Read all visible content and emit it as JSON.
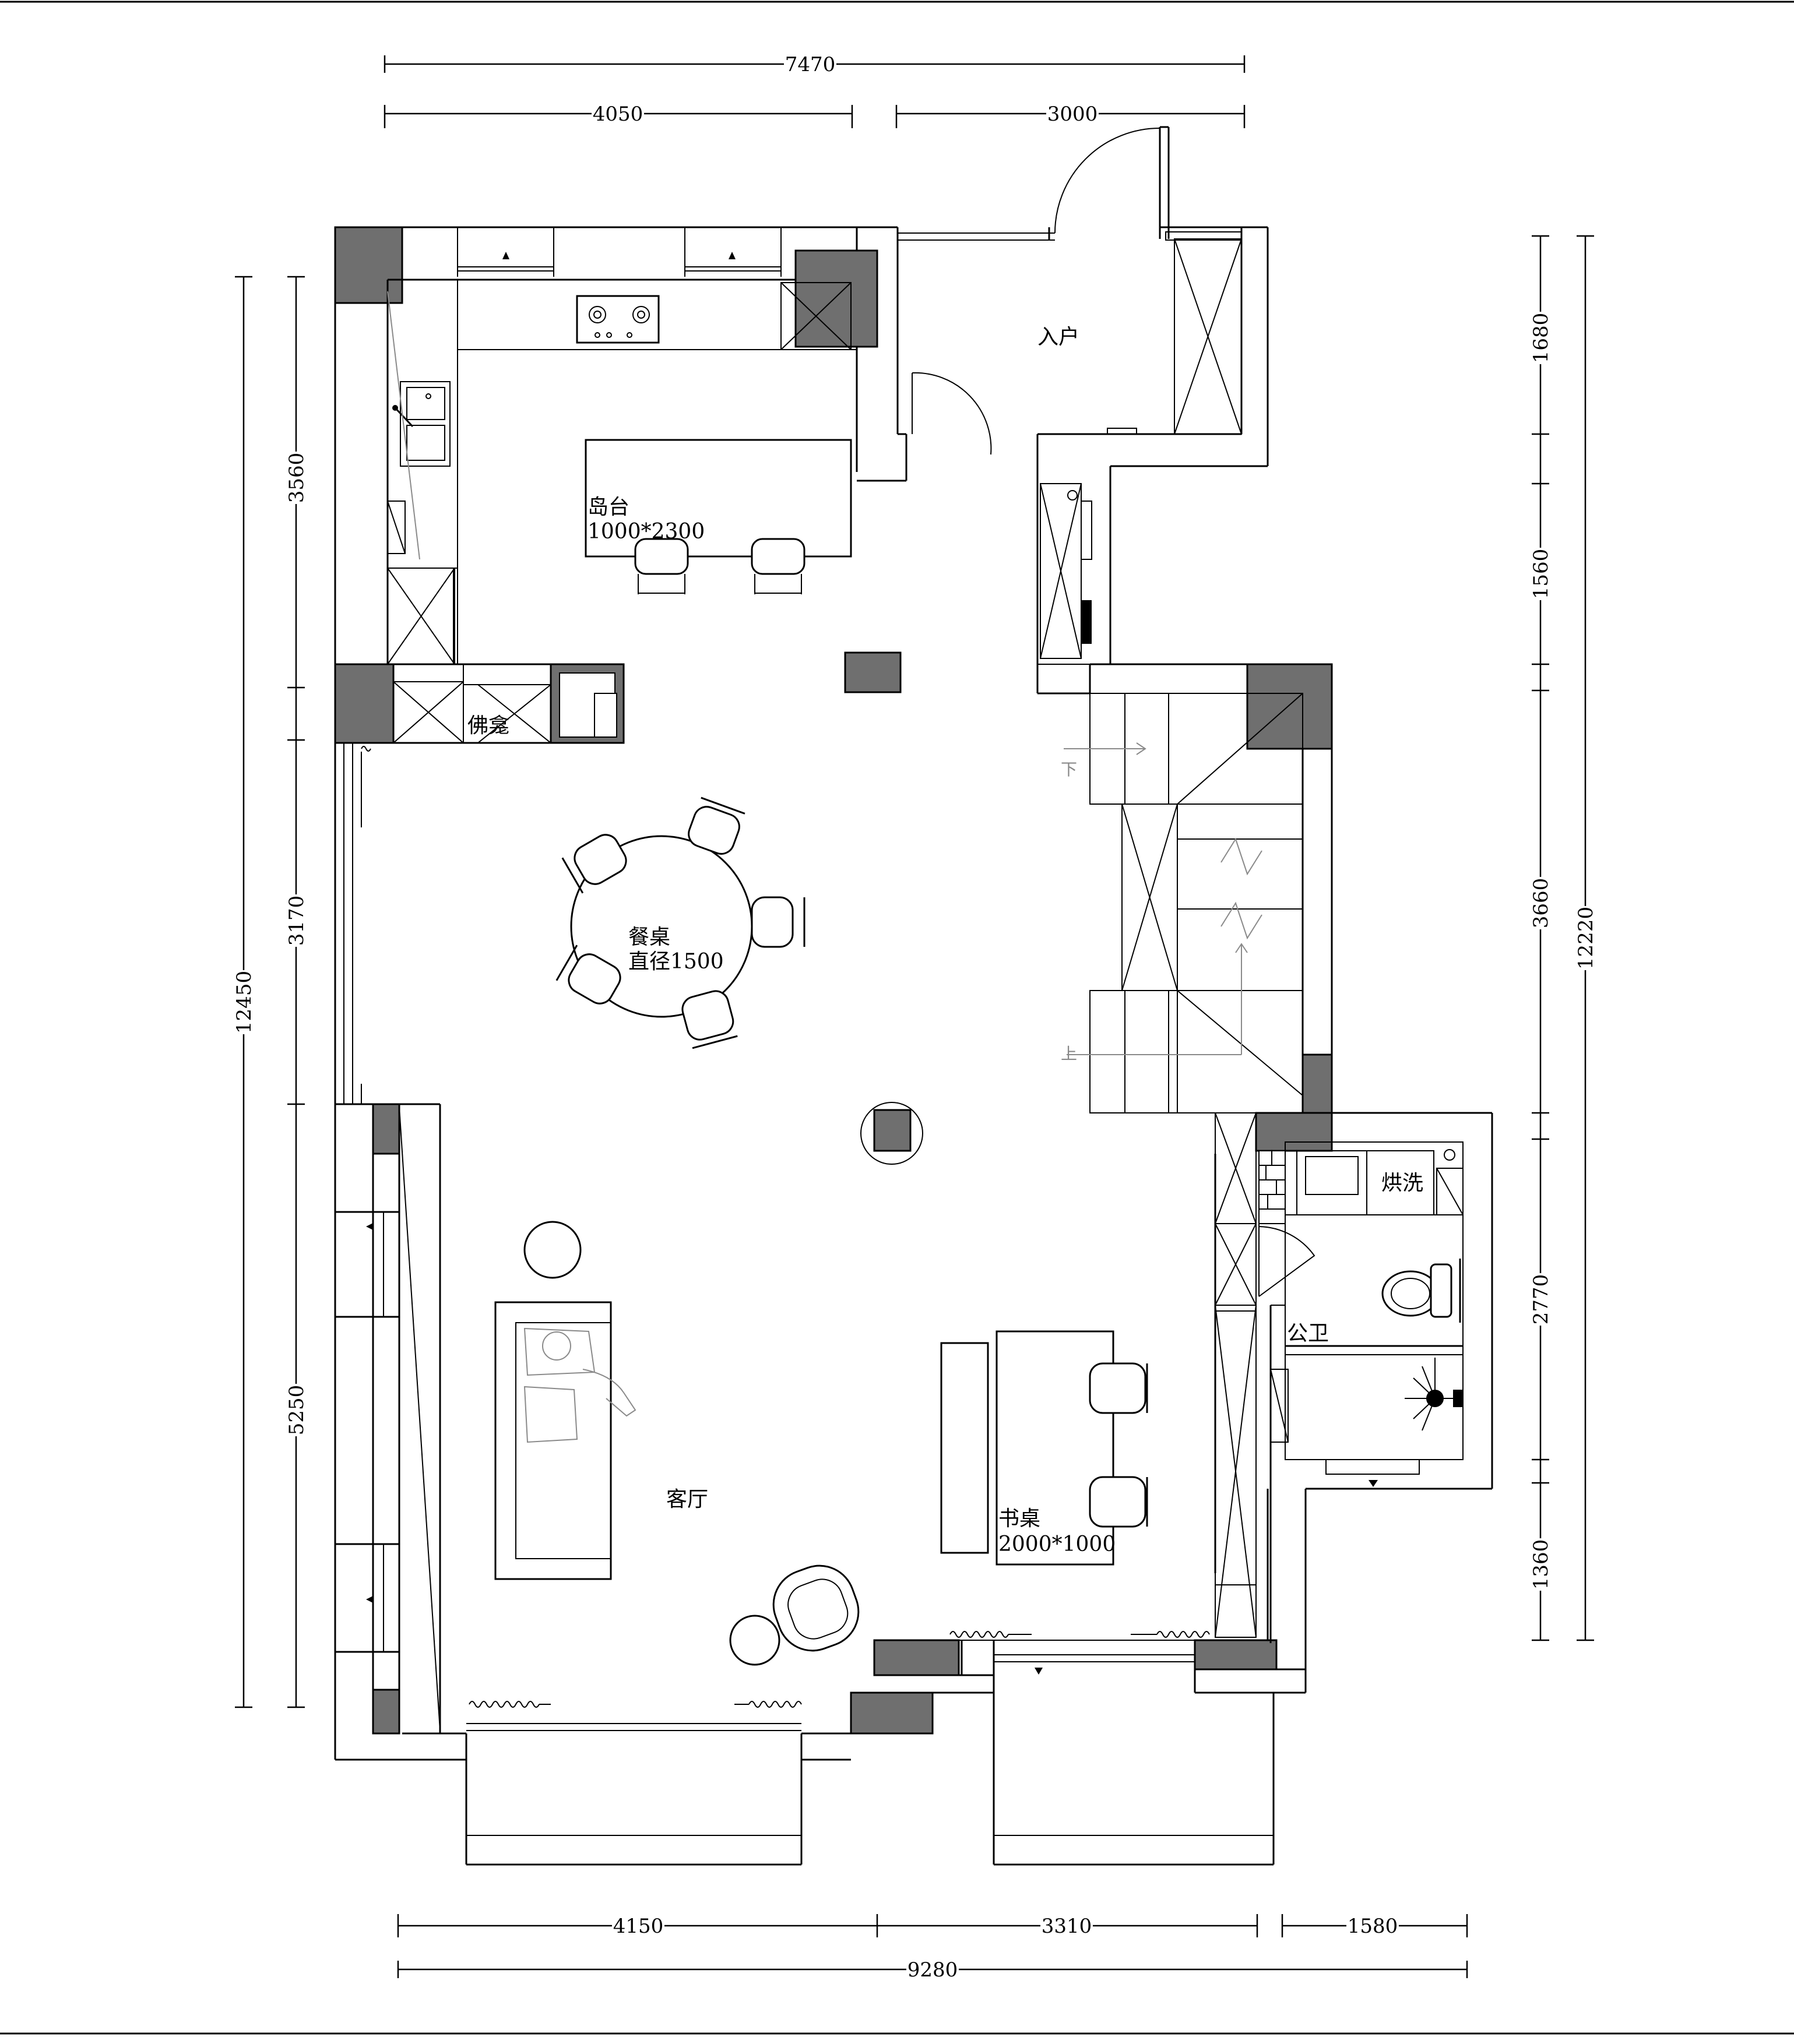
{
  "dimensions": {
    "top_total": "7470",
    "top_left": "4050",
    "top_right": "3000",
    "left_total": "12450",
    "left_1": "3560",
    "left_2": "3170",
    "left_3": "5250",
    "right_1": "1680",
    "right_2": "1560",
    "right_3": "3660",
    "right_4": "2770",
    "right_5": "1360",
    "right_total": "12220",
    "bottom_1": "4150",
    "bottom_2": "3310",
    "bottom_3": "1580",
    "bottom_total": "9280"
  },
  "rooms": {
    "entry": "入户",
    "island_name": "岛台",
    "island_size": "1000*2300",
    "shrine": "佛龛",
    "dining_name": "餐桌",
    "dining_size": "直径1500",
    "stairs_down": "下",
    "stairs_up": "上",
    "laundry": "烘洗",
    "bathroom": "公卫",
    "living": "客厅",
    "desk_name": "书桌",
    "desk_size": "2000*1000"
  }
}
